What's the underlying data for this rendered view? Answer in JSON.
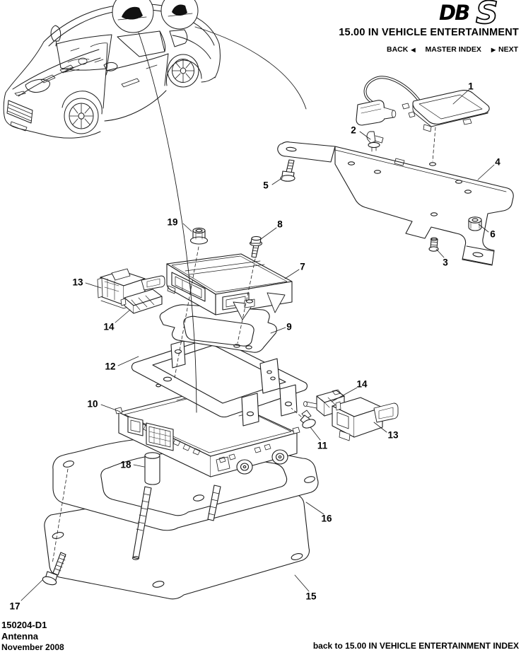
{
  "header": {
    "logo_db": "DB",
    "logo_s": "S",
    "section_title": "15.00 IN VEHICLE ENTERTAINMENT",
    "nav": {
      "back": "BACK",
      "back_arrow": "◀",
      "master_index": "MASTER INDEX",
      "next_arrow": "▶",
      "next": "NEXT"
    }
  },
  "diagram": {
    "callouts": {
      "c1": "1",
      "c2": "2",
      "c3": "3",
      "c4": "4",
      "c5": "5",
      "c6": "6",
      "c7": "7",
      "c8": "8",
      "c9": "9",
      "c10": "10",
      "c11": "11",
      "c12": "12",
      "c13_left": "13",
      "c13_right": "13",
      "c14_left": "14",
      "c14_right": "14",
      "c15": "15",
      "c16": "16",
      "c17": "17",
      "c18": "18",
      "c19": "19"
    },
    "colors": {
      "line": "#1c1c1c",
      "fill": "#ffffff",
      "accent": "#000000"
    }
  },
  "footer": {
    "document_number": "150204-D1",
    "document_title": "Antenna",
    "date": "November 2008",
    "back_link": "back to 15.00 IN VEHICLE ENTERTAINMENT INDEX"
  }
}
